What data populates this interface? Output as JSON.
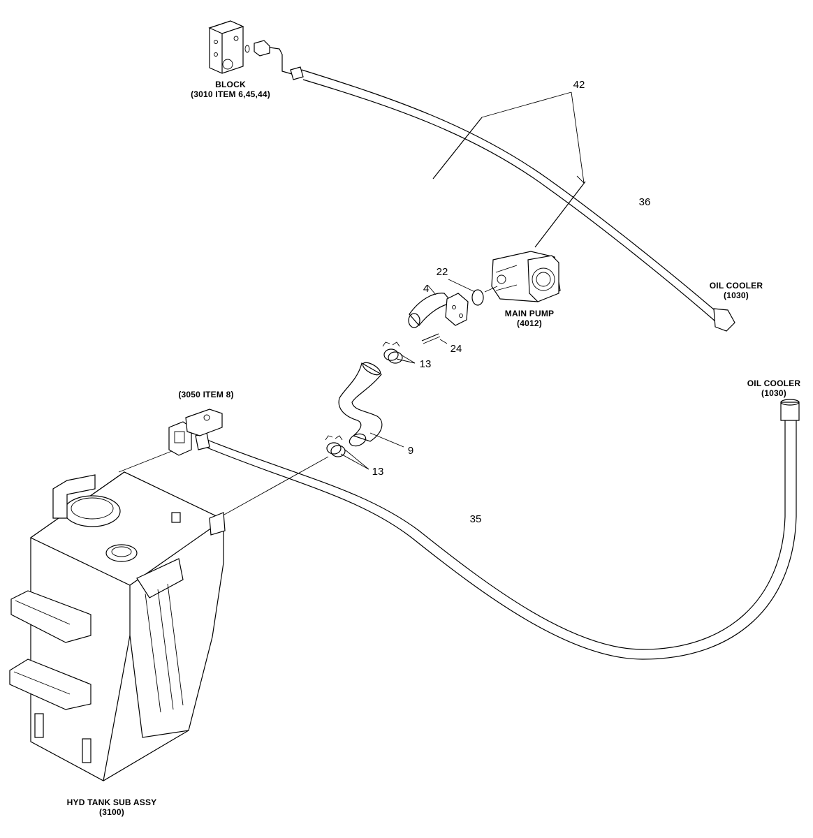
{
  "labels": {
    "block": "BLOCK",
    "block_ref": "(3010 ITEM 6,45,44)",
    "oil_cooler_top": "OIL COOLER",
    "oil_cooler_top_ref": "(1030)",
    "main_pump": "MAIN PUMP",
    "main_pump_ref": "(4012)",
    "oil_cooler_right": "OIL COOLER",
    "oil_cooler_right_ref": "(1030)",
    "item_3050": "(3050 ITEM 8)",
    "hyd_tank": "HYD TANK SUB ASSY",
    "hyd_tank_ref": "(3100)"
  },
  "callouts": {
    "c42": "42",
    "c36": "36",
    "c22": "22",
    "c4": "4",
    "c24": "24",
    "c13a": "13",
    "c9": "9",
    "c13b": "13",
    "c35": "35"
  }
}
